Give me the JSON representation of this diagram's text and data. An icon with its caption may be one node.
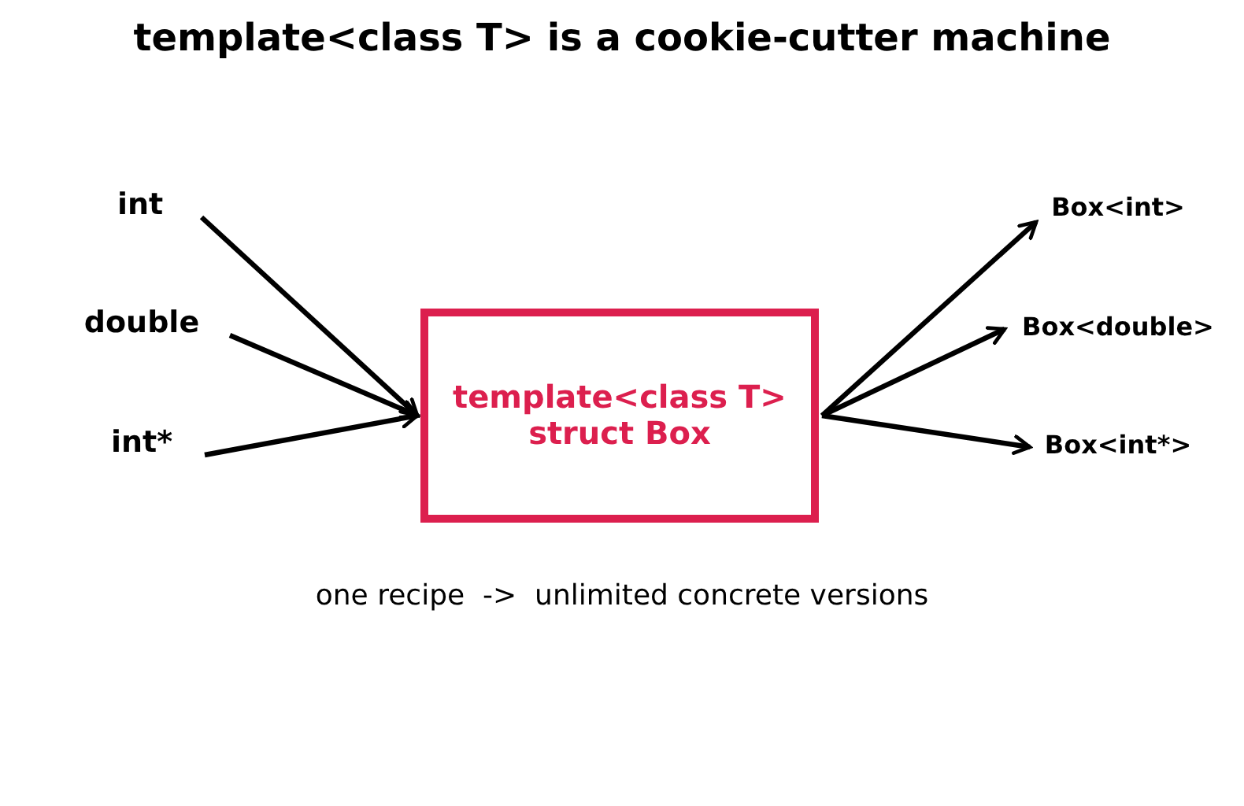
{
  "diagram": {
    "title": "template<class T> is a cookie-cutter machine",
    "nodes": [
      {
        "text": [
          "int"
        ]
      },
      {
        "text": [
          "double"
        ]
      },
      {
        "text": [
          "int*"
        ]
      },
      {
        "text": [
          "template<class T> struct Box"
        ]
      },
      {
        "text": [
          "Box<int>"
        ]
      },
      {
        "text": [
          "Box<double>"
        ]
      },
      {
        "text": [
          "Box<int*>"
        ]
      }
    ],
    "edges": [
      {
        "from": 0,
        "to": 3,
        "arrow": "to"
      },
      {
        "from": 1,
        "to": 3,
        "arrow": "to"
      },
      {
        "from": 2,
        "to": 3,
        "arrow": "to"
      },
      {
        "from": 3,
        "to": 4,
        "arrow": "to"
      },
      {
        "from": 3,
        "to": 5,
        "arrow": "to"
      },
      {
        "from": 3,
        "to": 6,
        "arrow": "to"
      }
    ],
    "labels": [
      "one recipe  ->  unlimited concrete versions"
    ]
  }
}
